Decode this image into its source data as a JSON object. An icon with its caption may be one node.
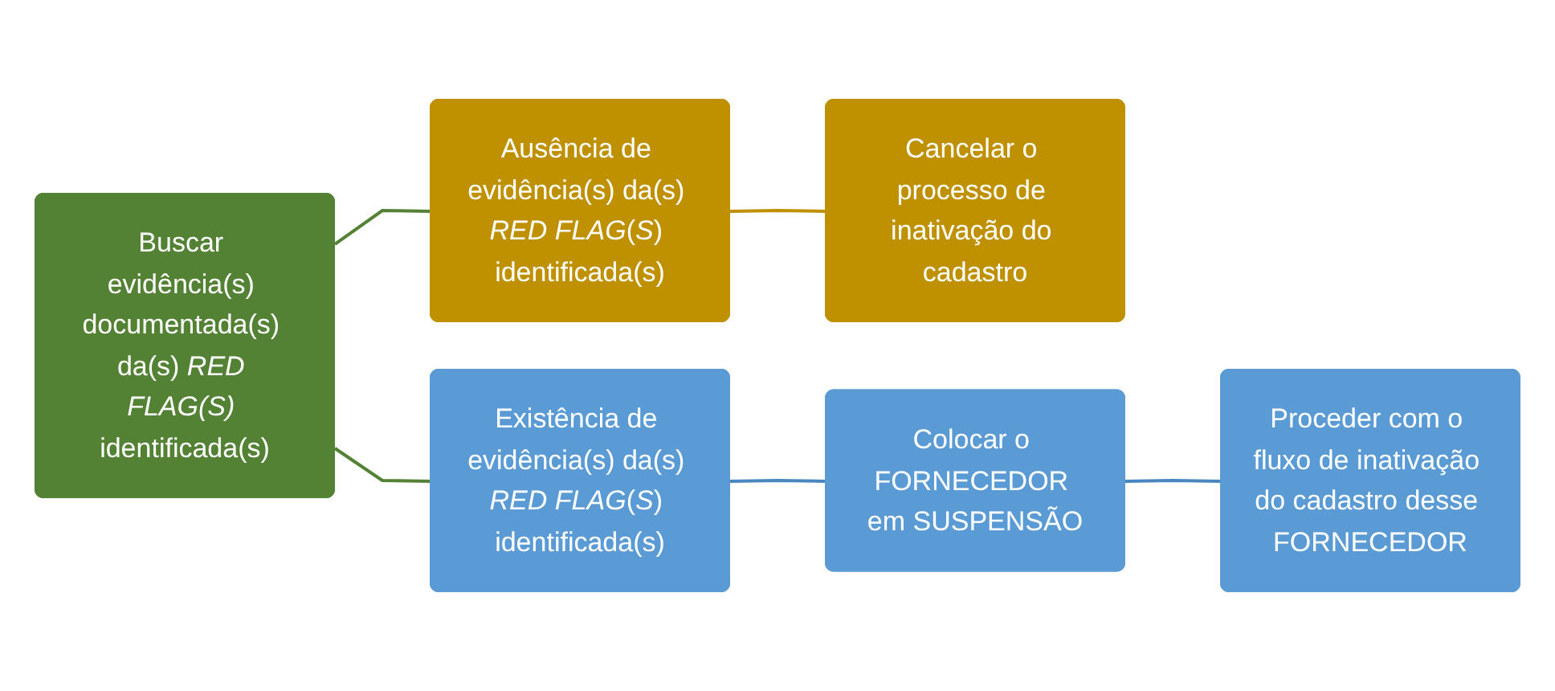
{
  "diagram": {
    "nodes": [
      {
        "text": [
          "Buscar evidência(s) documentada(s) da(s) *RED FLAG(S)* identificada(s)"
        ]
      },
      {
        "text": [
          "Ausência de evidência(s) da(s) *RED* *FLAG*(*S*) identificada(s)"
        ]
      },
      {
        "text": [
          "Cancelar o processo de inativação do cadastro"
        ]
      },
      {
        "text": [
          "Existência de evidência(s) da(s) *RED* *FLAG*(*S*) identificada(s)"
        ]
      },
      {
        "text": [
          "Colocar o FORNECEDOR em SUSPENSÃO"
        ]
      },
      {
        "text": [
          "Proceder com o fluxo de inativação do cadastro desse FORNECEDOR"
        ]
      }
    ],
    "edges": [
      {
        "from": 0,
        "to": 1,
        "arrow": "none",
        "color": "#548235"
      },
      {
        "from": 0,
        "to": 3,
        "arrow": "none",
        "color": "#548235"
      },
      {
        "from": 1,
        "to": 2,
        "arrow": "none",
        "color": "#bf9000"
      },
      {
        "from": 3,
        "to": 4,
        "arrow": "none",
        "color": "#4a86c0"
      },
      {
        "from": 4,
        "to": 5,
        "arrow": "none",
        "color": "#4a86c0"
      }
    ]
  }
}
